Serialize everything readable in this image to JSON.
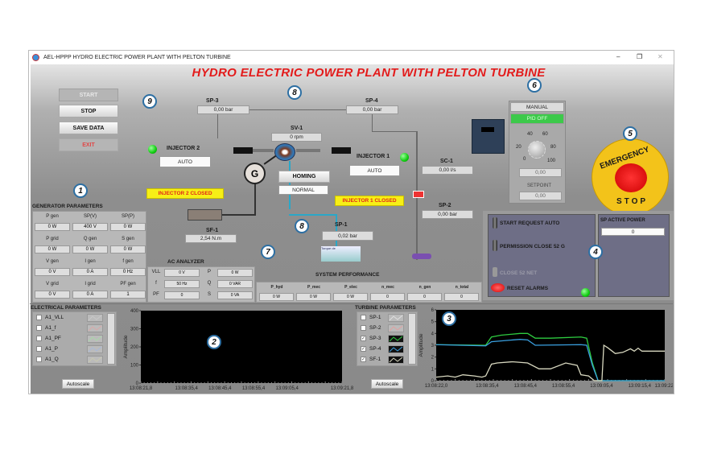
{
  "window": {
    "title": "AEL-HPPP HYDRO ELECTRIC POWER PLANT WITH PELTON TURBINE",
    "minimize": "–",
    "maximize": "❐",
    "close": "✕"
  },
  "header": {
    "title": "HYDRO ELECTRIC POWER PLANT WITH PELTON TURBINE"
  },
  "controls": {
    "start": "START",
    "stop": "STOP",
    "save": "SAVE DATA",
    "exit": "EXIT"
  },
  "callouts": [
    "1",
    "2",
    "3",
    "4",
    "5",
    "6",
    "7",
    "8",
    "8",
    "9"
  ],
  "diagram": {
    "sp3": {
      "label": "SP-3",
      "value": "0,00 bar"
    },
    "sp4": {
      "label": "SP-4",
      "value": "0,00 bar"
    },
    "sv1": {
      "label": "SV-1",
      "value": "0 rpm"
    },
    "injector2": {
      "label": "INJECTOR 2",
      "mode": "AUTO",
      "status": "INJECTOR 2 CLOSED"
    },
    "injector1": {
      "label": "INJECTOR 1",
      "mode": "AUTO",
      "status": "INJECTOR 1 CLOSED"
    },
    "generator": "G",
    "homing": "HOMING",
    "homing_state": "NORMAL",
    "sc1": {
      "label": "SC-1",
      "value": "0,00 l/s"
    },
    "sp2": {
      "label": "SP-2",
      "value": "0,00 bar"
    },
    "sp1": {
      "label": "SP-1",
      "value": "0,02 bar"
    },
    "sf1": {
      "label": "SF-1",
      "value": "2,54 N.m"
    },
    "tank_label": "Torque de"
  },
  "generator_parameters": {
    "title": "GENERATOR PARAMETERS",
    "rows": [
      {
        "h": [
          "P gen",
          "SP(V)",
          "SP(P)"
        ],
        "v": [
          "0 W",
          "400 V",
          "0 W"
        ]
      },
      {
        "h": [
          "P grid",
          "Q gen",
          "S gen"
        ],
        "v": [
          "0 W",
          "0 W",
          "0 W"
        ]
      },
      {
        "h": [
          "V gen",
          "I gen",
          "f gen"
        ],
        "v": [
          "0 V",
          "0 A",
          "0 Hz"
        ]
      },
      {
        "h": [
          "V grid",
          "I grid",
          "PF gen"
        ],
        "v": [
          "0 V",
          "0 A",
          "1"
        ]
      }
    ]
  },
  "ac_analyzer": {
    "title": "AC ANALYZER",
    "items": [
      {
        "l": "VLL",
        "v": "0 V"
      },
      {
        "l": "P",
        "v": "0 W"
      },
      {
        "l": "f",
        "v": "50 Hz"
      },
      {
        "l": "Q",
        "v": "0 VAR"
      },
      {
        "l": "PF",
        "v": "0"
      },
      {
        "l": "S",
        "v": "0 VA"
      }
    ]
  },
  "system_performance": {
    "title": "SYSTEM PERFORMANCE",
    "headers": [
      "P_hyd",
      "P_mec",
      "P_elec",
      "n_mec",
      "n_gen",
      "n_total"
    ],
    "values": [
      "0 W",
      "0 W",
      "0 W",
      "0",
      "0",
      "0"
    ]
  },
  "pid": {
    "mode": "MANUAL",
    "pid_state": "PID OFF",
    "knob_ticks": [
      "0",
      "20",
      "40",
      "60",
      "80",
      "100"
    ],
    "knob_value": "0,00",
    "setpoint_label": "SETPOINT",
    "setpoint_value": "0,00",
    "knob_level": 0
  },
  "emergency": {
    "top": "EMERGENCY",
    "bottom": "STOP"
  },
  "auto_panel": {
    "start_request": "START REQUEST AUTO",
    "permission": "PERMISSION CLOSE 52 G",
    "close_net": "CLOSE 52 NET",
    "reset": "RESET ALARMS",
    "sp_label": "SP ACTIVE POWER",
    "sp_value": "0"
  },
  "electrical": {
    "title": "ELECTRICAL PARAMETERS",
    "items": [
      {
        "name": "A1_VLL",
        "checked": false,
        "color": "#c8c8c8"
      },
      {
        "name": "A1_f",
        "checked": false,
        "color": "#d8a8a8"
      },
      {
        "name": "A1_PF",
        "checked": false,
        "color": "#a8d8a8"
      },
      {
        "name": "A1_P",
        "checked": false,
        "color": "#a8b8d8"
      },
      {
        "name": "A1_Q",
        "checked": false,
        "color": "#c8c8b0"
      }
    ],
    "autoscale": "Autoscale"
  },
  "turbine": {
    "title": "TURBINE PARAMETERS",
    "items": [
      {
        "name": "SP-1",
        "checked": false,
        "color": "#e0e0e0"
      },
      {
        "name": "SP-2",
        "checked": false,
        "color": "#e0a0a0"
      },
      {
        "name": "SP-3",
        "checked": true,
        "color": "#2ecc40"
      },
      {
        "name": "SP-4",
        "checked": true,
        "color": "#3aa0e0"
      },
      {
        "name": "SF-1",
        "checked": true,
        "color": "#d8d8c0"
      }
    ],
    "autoscale": "Autoscale"
  },
  "chart_data": [
    {
      "type": "line",
      "title": "ELECTRICAL PARAMETERS",
      "ylabel": "Amplitude",
      "xlabel": "",
      "ylim": [
        0,
        400
      ],
      "yticks": [
        "0",
        "100",
        "200",
        "300",
        "400"
      ],
      "xticks": [
        {
          "t": 0,
          "label": "13:08:21,8"
        },
        {
          "t": 13.6,
          "label": "13:08:35,4"
        },
        {
          "t": 23.6,
          "label": "13:08:45,4"
        },
        {
          "t": 33.6,
          "label": "13:08:55,4"
        },
        {
          "t": 43.6,
          "label": "13:09:05,4"
        },
        {
          "t": 60,
          "label": "13:09:21,8"
        }
      ],
      "xlim": [
        0,
        60
      ],
      "series": []
    },
    {
      "type": "line",
      "title": "TURBINE PARAMETERS",
      "ylabel": "Amplitude",
      "xlabel": "",
      "ylim": [
        0,
        6
      ],
      "yticks": [
        "0",
        "1",
        "2",
        "3",
        "4",
        "5",
        "6"
      ],
      "xticks": [
        {
          "t": 0,
          "label": "13:08:22,0"
        },
        {
          "t": 13.4,
          "label": "13:08:35,4"
        },
        {
          "t": 23.4,
          "label": "13:08:45,4"
        },
        {
          "t": 33.4,
          "label": "13:08:55,4"
        },
        {
          "t": 43.4,
          "label": "13:09:05,4"
        },
        {
          "t": 53.4,
          "label": "13:09:15,4"
        },
        {
          "t": 60,
          "label": "13:09:22,"
        }
      ],
      "xlim": [
        0,
        60
      ],
      "series": [
        {
          "name": "SP-3",
          "color": "#2ecc40",
          "points": [
            [
              0,
              3.05
            ],
            [
              13,
              3.0
            ],
            [
              14.5,
              3.7
            ],
            [
              17,
              3.85
            ],
            [
              22,
              4.0
            ],
            [
              24,
              4.0
            ],
            [
              26,
              3.6
            ],
            [
              30,
              3.6
            ],
            [
              38,
              3.7
            ],
            [
              39.5,
              3.6
            ],
            [
              41,
              1.5
            ],
            [
              42.5,
              0
            ],
            [
              60,
              0
            ]
          ]
        },
        {
          "name": "SP-4",
          "color": "#3aa0e0",
          "points": [
            [
              0,
              3.05
            ],
            [
              13,
              2.95
            ],
            [
              14.5,
              3.3
            ],
            [
              22,
              3.5
            ],
            [
              24,
              3.45
            ],
            [
              26,
              3.0
            ],
            [
              38,
              3.05
            ],
            [
              39.5,
              3.0
            ],
            [
              41,
              1.3
            ],
            [
              42.5,
              0
            ],
            [
              60,
              0
            ]
          ]
        },
        {
          "name": "SF-1",
          "color": "#d8d8c0",
          "points": [
            [
              0,
              0.3
            ],
            [
              3,
              0.4
            ],
            [
              5,
              0.3
            ],
            [
              7,
              0.5
            ],
            [
              10,
              0.4
            ],
            [
              12,
              0.3
            ],
            [
              13,
              0.4
            ],
            [
              14.5,
              1.4
            ],
            [
              16,
              1.5
            ],
            [
              20,
              1.6
            ],
            [
              24,
              1.5
            ],
            [
              27,
              1.0
            ],
            [
              30,
              1.0
            ],
            [
              34,
              1.5
            ],
            [
              37,
              1.3
            ],
            [
              38,
              0.5
            ],
            [
              40,
              0.4
            ],
            [
              41.5,
              0
            ],
            [
              43.5,
              0
            ],
            [
              44,
              3.0
            ],
            [
              45,
              2.8
            ],
            [
              47,
              2.3
            ],
            [
              49,
              2.4
            ],
            [
              51,
              2.7
            ],
            [
              52,
              2.5
            ],
            [
              53,
              2.75
            ],
            [
              54,
              2.5
            ],
            [
              60,
              2.5
            ]
          ]
        }
      ]
    }
  ]
}
